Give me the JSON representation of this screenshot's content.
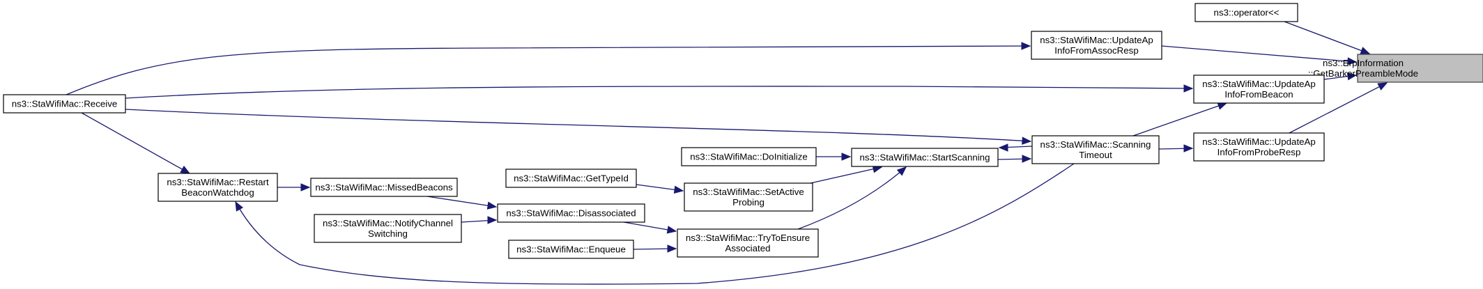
{
  "diagram": {
    "type": "call-graph",
    "title": "ns3::ErpInformation::GetBarkerPreambleMode caller graph",
    "colors": {
      "edge": "#191970",
      "focus_fill": "#bfbfbf",
      "node_fill": "#ffffff",
      "node_border": "#000000"
    },
    "nodes": [
      {
        "id": "target",
        "lines": [
          "ns3::ErpInformation",
          "::GetBarkerPreambleMode"
        ],
        "focus": true
      },
      {
        "id": "operator",
        "lines": [
          "ns3::operator<<"
        ]
      },
      {
        "id": "assocresp",
        "lines": [
          "ns3::StaWifiMac::UpdateAp",
          "InfoFromAssocResp"
        ]
      },
      {
        "id": "beacon",
        "lines": [
          "ns3::StaWifiMac::UpdateAp",
          "InfoFromBeacon"
        ]
      },
      {
        "id": "proberesp",
        "lines": [
          "ns3::StaWifiMac::UpdateAp",
          "InfoFromProbeResp"
        ]
      },
      {
        "id": "receive",
        "lines": [
          "ns3::StaWifiMac::Receive"
        ]
      },
      {
        "id": "scantimeout",
        "lines": [
          "ns3::StaWifiMac::Scanning",
          "Timeout"
        ]
      },
      {
        "id": "startscan",
        "lines": [
          "ns3::StaWifiMac::StartScanning"
        ]
      },
      {
        "id": "doinit",
        "lines": [
          "ns3::StaWifiMac::DoInitialize"
        ]
      },
      {
        "id": "setactive",
        "lines": [
          "ns3::StaWifiMac::SetActive",
          "Probing"
        ]
      },
      {
        "id": "gettypeid",
        "lines": [
          "ns3::StaWifiMac::GetTypeId"
        ]
      },
      {
        "id": "tryensure",
        "lines": [
          "ns3::StaWifiMac::TryToEnsure",
          "Associated"
        ]
      },
      {
        "id": "enqueue",
        "lines": [
          "ns3::StaWifiMac::Enqueue"
        ]
      },
      {
        "id": "disassoc",
        "lines": [
          "ns3::StaWifiMac::Disassociated"
        ]
      },
      {
        "id": "missed",
        "lines": [
          "ns3::StaWifiMac::MissedBeacons"
        ]
      },
      {
        "id": "notifych",
        "lines": [
          "ns3::StaWifiMac::NotifyChannel",
          "Switching"
        ]
      },
      {
        "id": "restart",
        "lines": [
          "ns3::StaWifiMac::Restart",
          "BeaconWatchdog"
        ]
      }
    ],
    "edges": [
      {
        "from": "operator",
        "to": "target"
      },
      {
        "from": "assocresp",
        "to": "target"
      },
      {
        "from": "beacon",
        "to": "target"
      },
      {
        "from": "proberesp",
        "to": "target"
      },
      {
        "from": "receive",
        "to": "assocresp"
      },
      {
        "from": "receive",
        "to": "beacon"
      },
      {
        "from": "receive",
        "to": "scantimeout"
      },
      {
        "from": "receive",
        "to": "restart"
      },
      {
        "from": "scantimeout",
        "to": "beacon"
      },
      {
        "from": "scantimeout",
        "to": "proberesp"
      },
      {
        "from": "scantimeout",
        "to": "startscan"
      },
      {
        "from": "scantimeout",
        "to": "restart"
      },
      {
        "from": "startscan",
        "to": "scantimeout"
      },
      {
        "from": "doinit",
        "to": "startscan"
      },
      {
        "from": "setactive",
        "to": "startscan"
      },
      {
        "from": "tryensure",
        "to": "startscan"
      },
      {
        "from": "gettypeid",
        "to": "setactive"
      },
      {
        "from": "disassoc",
        "to": "tryensure"
      },
      {
        "from": "enqueue",
        "to": "tryensure"
      },
      {
        "from": "missed",
        "to": "disassoc"
      },
      {
        "from": "notifych",
        "to": "disassoc"
      },
      {
        "from": "restart",
        "to": "missed"
      }
    ]
  }
}
